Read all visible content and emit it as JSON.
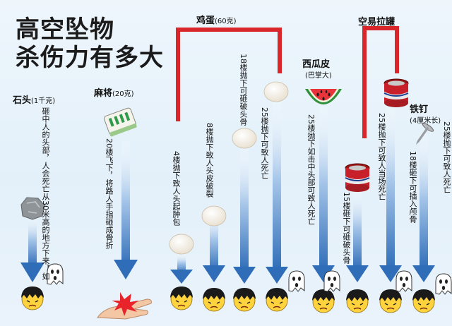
{
  "title": {
    "line1": "高空坠物",
    "line2": "杀伤力有多大"
  },
  "objects": {
    "stone": {
      "name": "石头",
      "weight": "(1千克)",
      "desc": "砸中人的头部，人会死亡从30米高的地方下来，如"
    },
    "mahjong": {
      "name": "麻将",
      "weight": "(20克)",
      "desc": "20楼飞下，将路人手指砸成骨折"
    },
    "egg": {
      "name": "鸡蛋",
      "weight": "(60克)",
      "desc": [
        "4楼抛下致人头起肿包",
        "8楼抛下致人头皮破裂",
        "18楼抛下可砸破头骨",
        "25楼抛下可致人死亡"
      ]
    },
    "watermelon": {
      "name": "西瓜皮",
      "weight": "(巴掌大)",
      "desc": "25楼抛下如击中头部可致人死亡"
    },
    "can": {
      "name": "空易拉罐",
      "desc": [
        "15楼砸下可砸破头骨",
        "25楼抛下可致人当场死亡"
      ]
    },
    "nail": {
      "name": "铁钉",
      "weight": "(4厘米长)",
      "desc": [
        "18楼砸下可插入颅骨",
        "25楼抛下可致人死亡"
      ]
    }
  },
  "colors": {
    "bracket": "#d9262b",
    "arrow_top": "#ffffff",
    "arrow_bottom": "#2f6db8",
    "title": "#1b1b1b"
  }
}
